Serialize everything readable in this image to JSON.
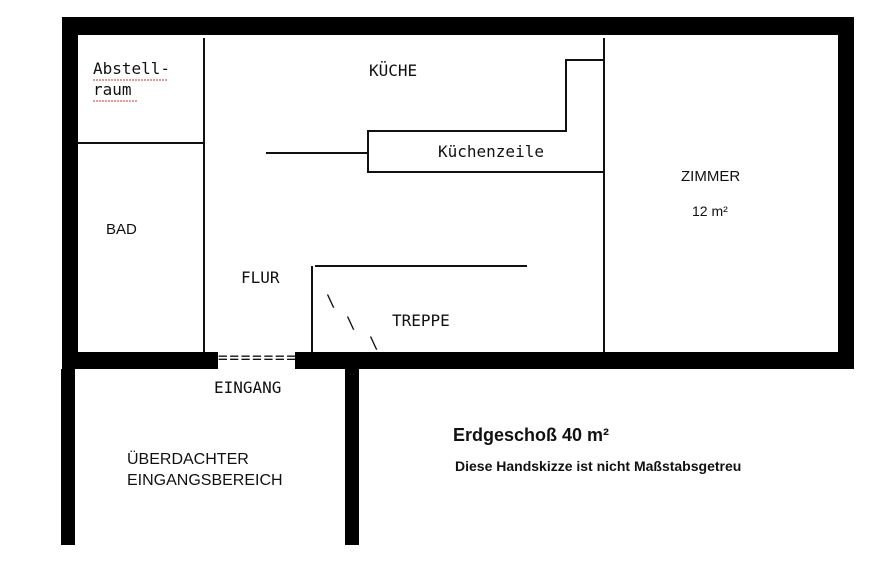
{
  "plan": {
    "rooms": {
      "abstellraum_line1": "Abstell-",
      "abstellraum_line2": "raum",
      "kueche": "KÜCHE",
      "kuechenzeile": "Küchenzeile",
      "zimmer": "ZIMMER",
      "zimmer_area": "12 m²",
      "bad": "BAD",
      "flur": "FLUR",
      "treppe": "TREPPE",
      "eingang": "EINGANG",
      "ueberdacht_line1": "ÜBERDACHTER",
      "ueberdacht_line2": "EINGANGSBEREICH"
    },
    "door_symbol": "=======",
    "stair_marks": [
      "\\",
      "\\",
      "\\"
    ],
    "title": "Erdgeschoß 40 m²",
    "note": "Diese Handskizze ist nicht Maßstabsgetreu",
    "colors": {
      "wall": "#000000",
      "line": "#111111",
      "spellcheck": "#d03030",
      "background": "#ffffff"
    }
  }
}
